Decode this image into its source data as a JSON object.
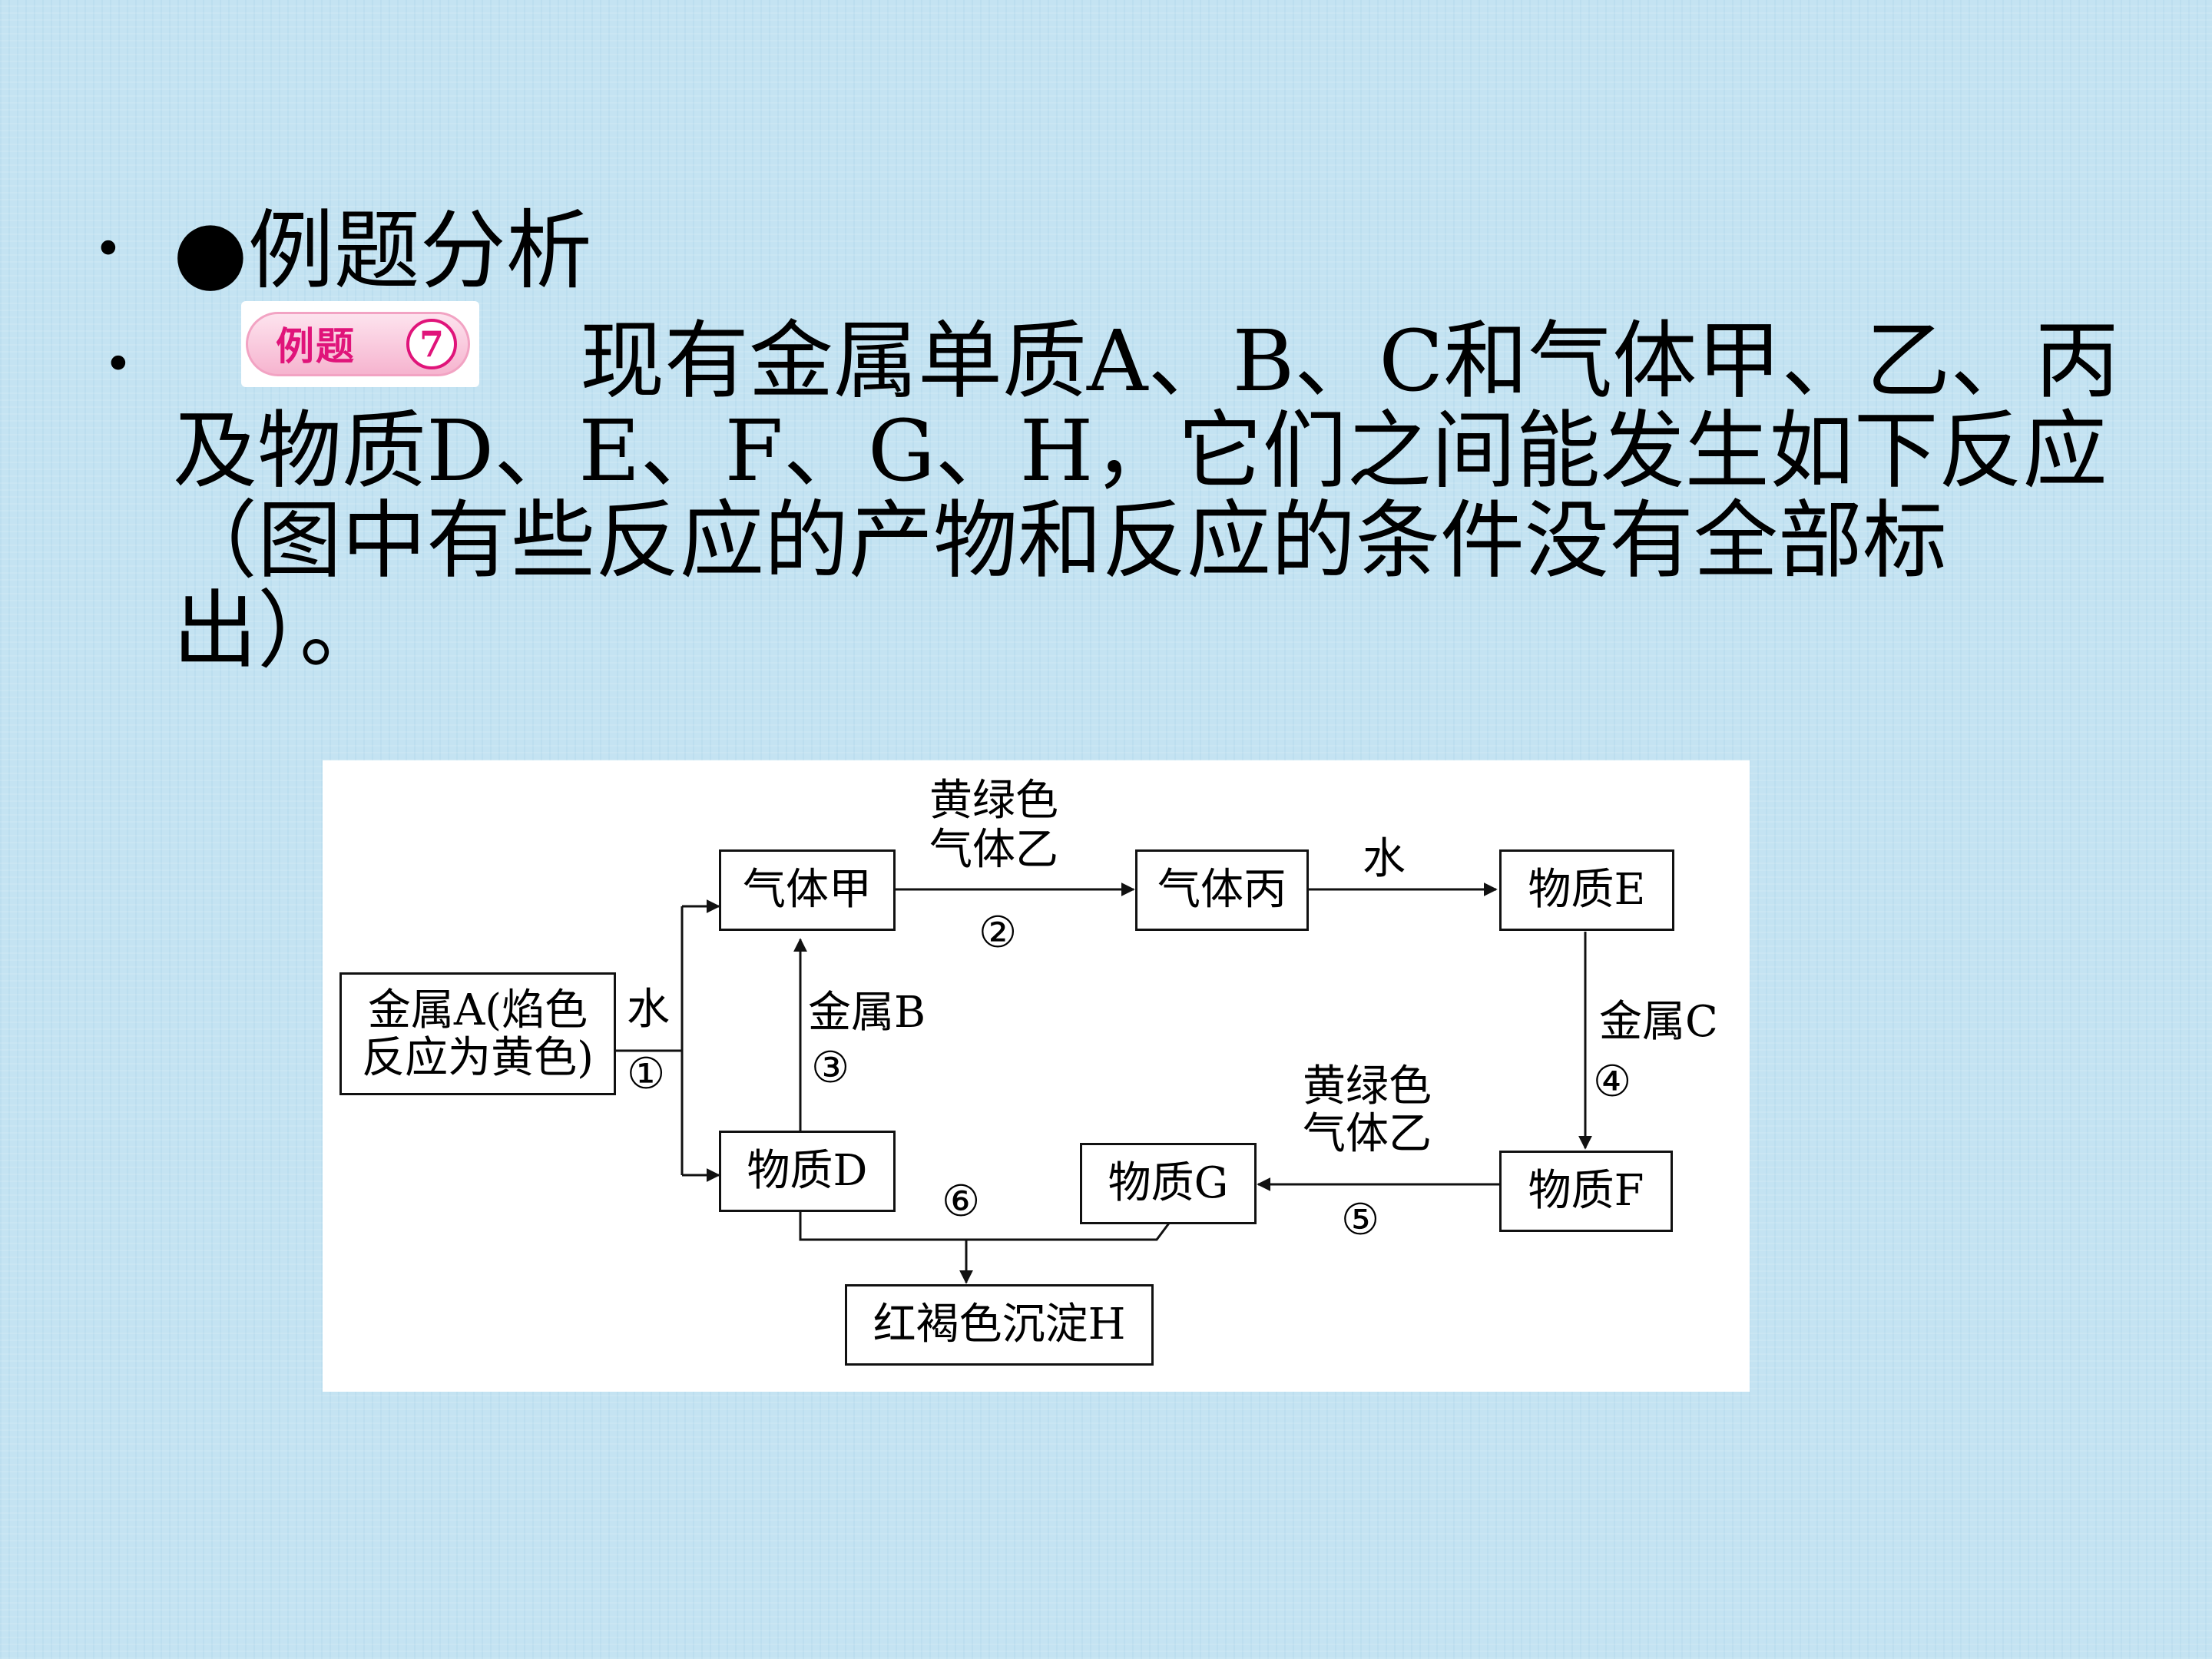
{
  "slide": {
    "bullet_1": "•",
    "bullet_2": "•",
    "heading": "●例题分析",
    "badge": {
      "label": "例题",
      "number": "7"
    },
    "problem_text": "现有金属单质A、B、C和气体甲、乙、丙及物质D、E、F、G、H，它们之间能发生如下反应（图中有些反应的产物和反应的条件没有全部标出）。"
  },
  "diagram": {
    "nodes": {
      "metal_a": "金属A(焰色反应为黄色)",
      "gas_jia": "气体甲",
      "gas_bing": "气体丙",
      "sub_e": "物质E",
      "sub_d": "物质D",
      "sub_g": "物质G",
      "sub_f": "物质F",
      "precip_h": "红褐色沉淀H"
    },
    "labels": {
      "r1_reagent": "水",
      "r1_num": "①",
      "r2_reagent_line1": "黄绿色",
      "r2_reagent_line2": "气体乙",
      "r2_num": "②",
      "water_reagent": "水",
      "r3_reagent": "金属B",
      "r3_num": "③",
      "r4_reagent": "金属C",
      "r4_num": "④",
      "r5_reagent_line1": "黄绿色",
      "r5_reagent_line2": "气体乙",
      "r5_num": "⑤",
      "r6_num": "⑥"
    }
  }
}
